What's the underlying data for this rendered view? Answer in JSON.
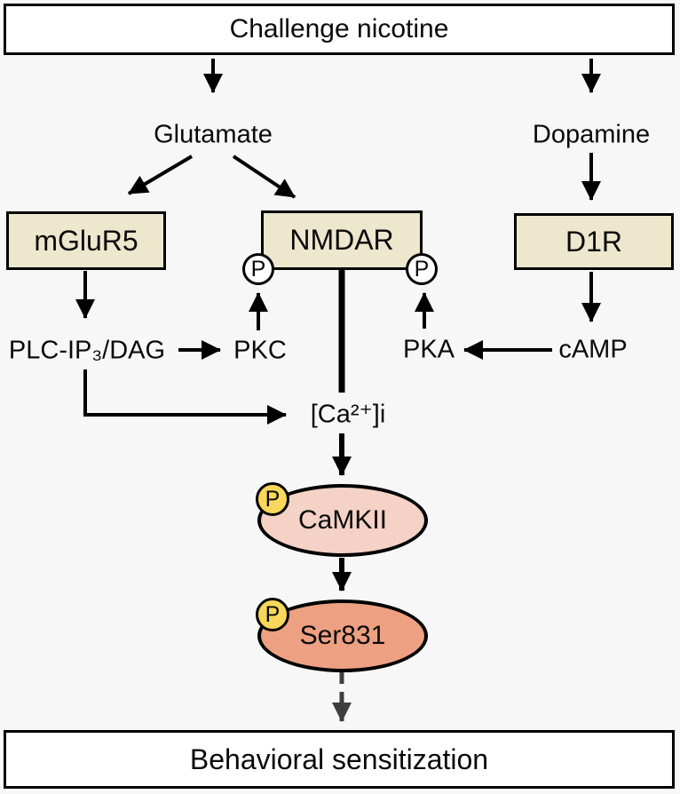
{
  "diagram": {
    "title_box": {
      "label": "Challenge nicotine"
    },
    "bottom_box": {
      "label": "Behavioral sensitization"
    },
    "nodes": {
      "glutamate": {
        "label": "Glutamate"
      },
      "dopamine": {
        "label": "Dopamine"
      },
      "mglur5": {
        "label": "mGluR5"
      },
      "nmdar": {
        "label": "NMDAR"
      },
      "d1r": {
        "label": "D1R"
      },
      "plc_ip3_dag": {
        "label": "PLC-IP₃/DAG"
      },
      "pkc": {
        "label": "PKC"
      },
      "pka": {
        "label": "PKA"
      },
      "camp": {
        "label": "cAMP"
      },
      "calcium": {
        "label": "[Ca²⁺]i"
      },
      "camkii": {
        "label": "CaMKII"
      },
      "ser831": {
        "label": "Ser831"
      },
      "phospho": {
        "label": "P"
      }
    },
    "colors": {
      "background": "#f7f7f7",
      "box_fill": "#ffffff",
      "receptor_box_fill": "#ece7cd",
      "camkii_fill": "#f5d2c6",
      "ser831_fill": "#eda182",
      "phospho_badge_fill": "#f8d85a",
      "phospho_circle_fill": "#ffffff",
      "arrow_color": "#000000",
      "dashed_arrow_color": "#3f3f3f"
    },
    "edges": [
      "Challenge nicotine -> Glutamate",
      "Challenge nicotine -> Dopamine",
      "Glutamate -> mGluR5",
      "Glutamate -> NMDAR",
      "Dopamine -> D1R",
      "mGluR5 -> PLC-IP₃/DAG",
      "PLC-IP₃/DAG -> PKC",
      "PKC -> NMDAR P (left)",
      "D1R -> cAMP",
      "cAMP -> PKA",
      "PKA -> NMDAR P (right)",
      "NMDAR -> [Ca²⁺]i",
      "PLC-IP₃/DAG -> [Ca²⁺]i",
      "[Ca²⁺]i -> CaMKII",
      "CaMKII -> Ser831",
      "Ser831 -> Behavioral sensitization (dashed)"
    ]
  }
}
